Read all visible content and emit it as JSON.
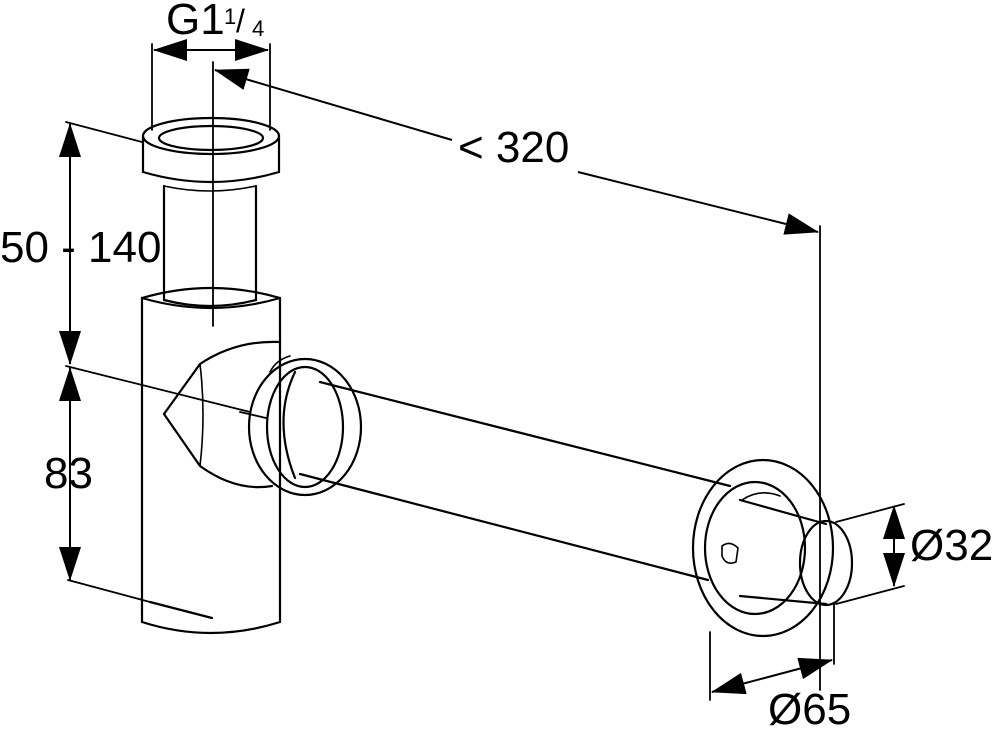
{
  "diagram": {
    "labels": {
      "thread_prefix": "G1",
      "thread_num": "1",
      "thread_slash": "/",
      "thread_den": "4",
      "length": "< 320",
      "height_range": "50 - 140",
      "height_fixed": "83",
      "outlet_diameter": "Ø32",
      "rosette_diameter": "Ø65"
    },
    "colors": {
      "line": "#000000",
      "background": "#ffffff"
    }
  }
}
